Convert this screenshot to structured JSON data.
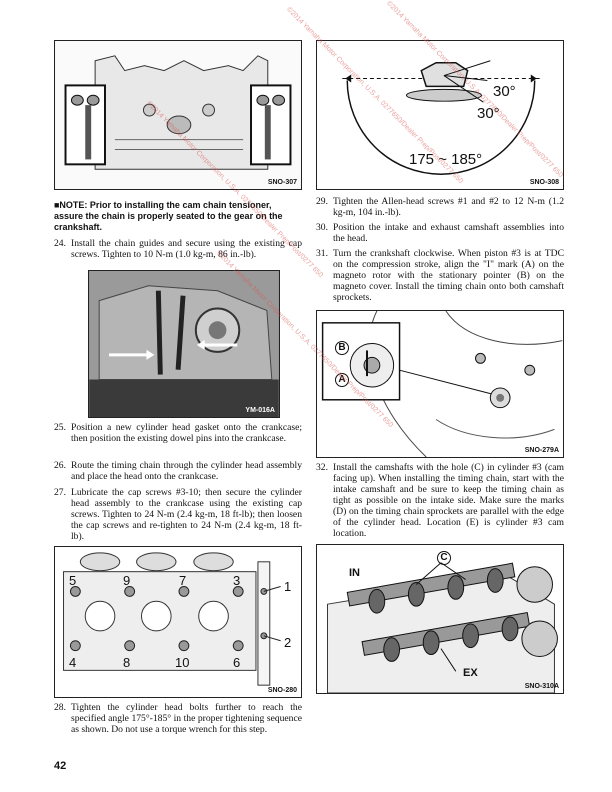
{
  "page_number": "42",
  "watermark": "©2014 Yamaha Motor Corporation, U.S.A. 0277650/Dealer Prep/Post/0277 650",
  "figures": {
    "sno307": {
      "caption": "SNO-307"
    },
    "sno308": {
      "caption": "SNO-308",
      "label_30a": "30°",
      "label_30b": "30°",
      "range": "175 ~ 185°"
    },
    "ym016a": {
      "caption": "YM-016A"
    },
    "sno280": {
      "caption": "SNO-280",
      "numbers": [
        "5",
        "9",
        "7",
        "3",
        "1",
        "2",
        "4",
        "8",
        "10",
        "6"
      ]
    },
    "sno279a": {
      "caption": "SNO-279A",
      "b": "B",
      "a": "A"
    },
    "sno310a": {
      "caption": "SNO-310A",
      "in": "IN",
      "ex": "EX",
      "c": "C"
    }
  },
  "note": "■NOTE: Prior to installing the cam chain tensioner, assure the chain is properly seated to the gear on the crankshaft.",
  "steps": {
    "s24": {
      "num": "24.",
      "text": "Install the chain guides and secure using the existing cap screws. Tighten to 10 N-m (1.0 kg-m, 86 in.-lb)."
    },
    "s25": {
      "num": "25.",
      "text": "Position a new cylinder head gasket onto the crankcase; then position the existing dowel pins into the crankcase."
    },
    "s26": {
      "num": "26.",
      "text": "Route the timing chain through the cylinder head assembly and place the head onto the crankcase."
    },
    "s27": {
      "num": "27.",
      "text": "Lubricate the cap screws #3-10; then secure the cylinder head assembly to the crankcase using the existing cap screws. Tighten to 24 N-m (2.4 kg-m, 18 ft-lb); then loosen the cap screws and re-tighten to 24 N-m (2.4 kg-m, 18 ft-lb)."
    },
    "s28": {
      "num": "28.",
      "text": "Tighten the cylinder head bolts further to reach the specified angle 175°-185° in the proper tightening sequence as shown. Do not use a torque wrench for this step."
    },
    "s29": {
      "num": "29.",
      "text": "Tighten the Allen-head screws #1 and #2 to 12 N-m (1.2 kg-m, 104 in.-lb)."
    },
    "s30": {
      "num": "30.",
      "text": "Position the intake and exhaust camshaft assemblies into the head."
    },
    "s31": {
      "num": "31.",
      "text": "Turn the crankshaft clockwise. When piston #3 is at TDC on the compression stroke, align the \"I\" mark (A) on the magneto rotor with the stationary pointer (B) on the magneto cover. Install the timing chain onto both camshaft sprockets."
    },
    "s32": {
      "num": "32.",
      "text": "Install the camshafts with the hole (C) in cylinder #3 (cam facing up). When installing the timing chain, start with the intake camshaft and be sure to keep the timing chain as tight as possible on the intake side. Make sure the marks (D) on the timing chain sprockets are parallel with the edge of the cylinder head. Location (E) is cylinder #3 cam location."
    }
  }
}
